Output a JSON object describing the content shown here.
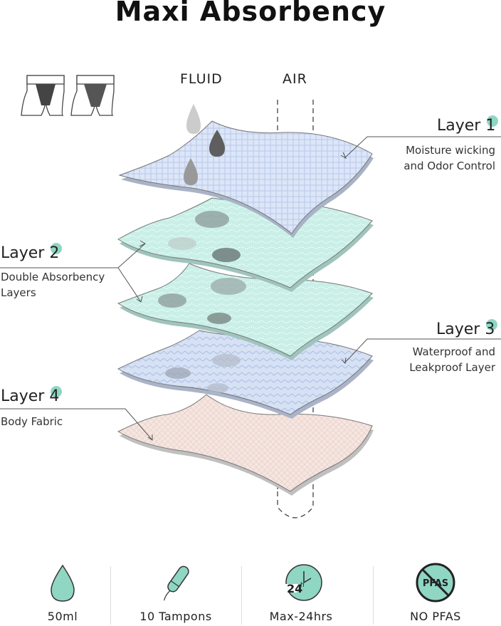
{
  "title": "Maxi Absorbency",
  "columns": {
    "fluid": "FLUID",
    "air": "AIR"
  },
  "layers": [
    {
      "title": "Layer",
      "number": "1",
      "desc_lines": [
        "Moisture wicking",
        "and Odor Control"
      ]
    },
    {
      "title": "Layer",
      "number": "2",
      "desc_lines": [
        "Double Absorbency",
        "Layers"
      ]
    },
    {
      "title": "Layer",
      "number": "3",
      "desc_lines": [
        "Waterproof and",
        "Leakproof Layer"
      ]
    },
    {
      "title": "Layer",
      "number": "4",
      "desc_lines": [
        "Body Fabric"
      ]
    }
  ],
  "features": [
    {
      "label": "50ml",
      "icon": "droplet-icon"
    },
    {
      "label": "10 Tampons",
      "icon": "tampon-icon"
    },
    {
      "label": "Max-24hrs",
      "icon": "clock-24h-icon",
      "badge": "24",
      "badge_sup": "h"
    },
    {
      "label": "NO PFAS",
      "icon": "no-pfas-icon",
      "badge": "PFAS"
    }
  ],
  "colors": {
    "accent": "#8fd6c3",
    "layer1": "#dde6f7",
    "layer2": "#c9efe7",
    "layer3": "#d6e1f4",
    "layer4": "#f6e6e1",
    "stroke": "#777777"
  }
}
